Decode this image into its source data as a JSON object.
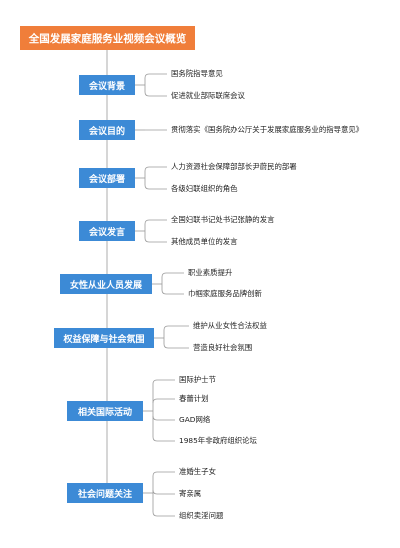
{
  "title": "全国发展家庭服务业视频会议概览",
  "colors": {
    "root": "#f07e3a",
    "branch": "#3c8ad6",
    "line": "#9a9a9a"
  },
  "branches": [
    {
      "label": "会议背景",
      "leaves": [
        "国务院指导意见",
        "促进就业部际联席会议"
      ]
    },
    {
      "label": "会议目的",
      "leaves": [
        "贯彻落实《国务院办公厅关于发展家庭服务业的指导意见》"
      ]
    },
    {
      "label": "会议部署",
      "leaves": [
        "人力资源社会保障部部长尹蔚民的部署",
        "各级妇联组织的角色"
      ]
    },
    {
      "label": "会议发言",
      "leaves": [
        "全国妇联书记处书记张静的发言",
        "其他成员单位的发言"
      ]
    },
    {
      "label": "女性从业人员发展",
      "leaves": [
        "职业素质提升",
        "巾帼家庭服务品牌创新"
      ]
    },
    {
      "label": "权益保障与社会氛围",
      "leaves": [
        "维护从业女性合法权益",
        "营造良好社会氛围"
      ]
    },
    {
      "label": "相关国际活动",
      "leaves": [
        "国际护士节",
        "春蕾计划",
        "GAD网络",
        "1985年非政府组织论坛"
      ]
    },
    {
      "label": "社会问题关注",
      "leaves": [
        "准婚生子女",
        "寄亲属",
        "组织卖淫问题"
      ]
    }
  ]
}
